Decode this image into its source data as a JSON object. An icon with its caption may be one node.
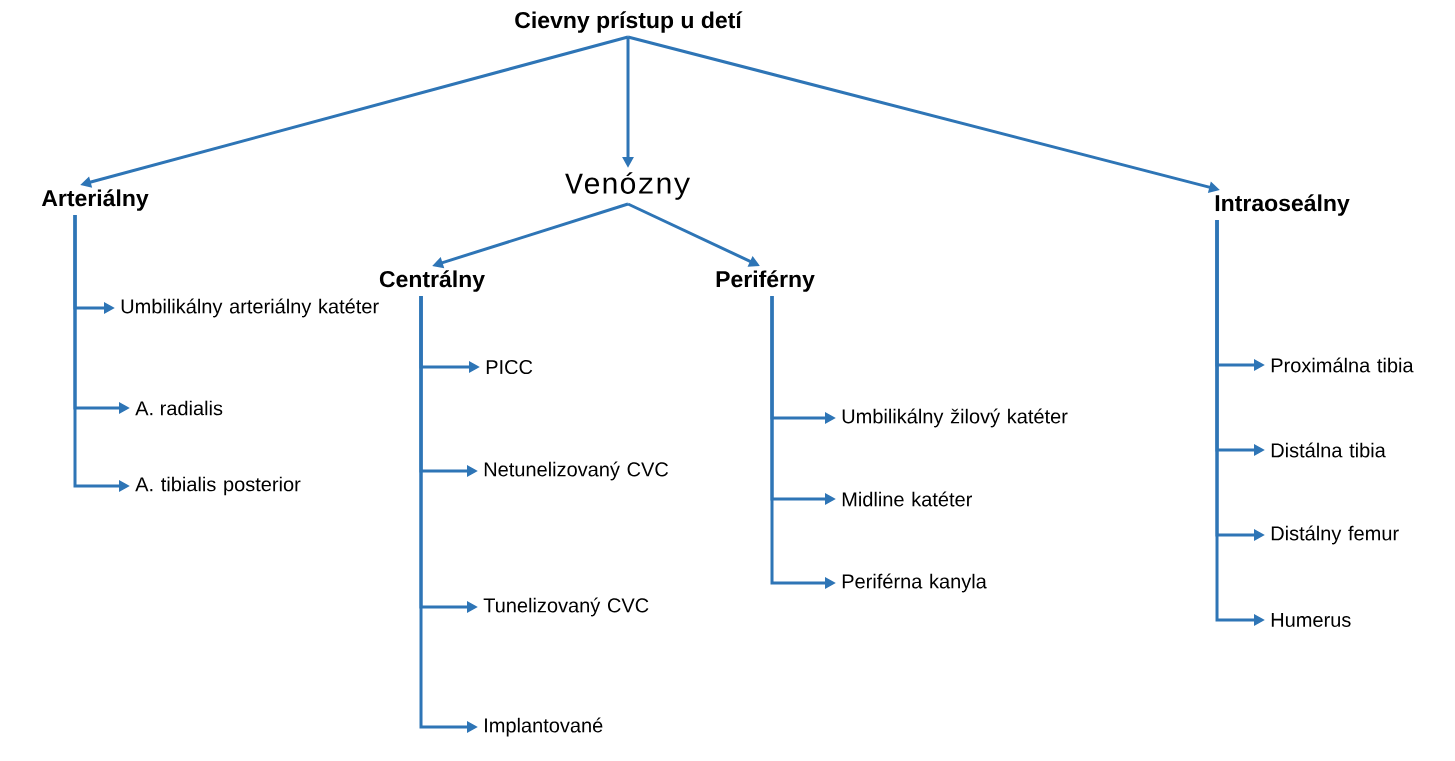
{
  "diagram": {
    "nodes": [
      {
        "text": [
          "Cievny prístup u detí"
        ]
      },
      {
        "text": [
          "Arteriálny"
        ]
      },
      {
        "text": [
          "Venózny"
        ]
      },
      {
        "text": [
          "Intraoseálny"
        ]
      },
      {
        "text": [
          "Centrálny"
        ]
      },
      {
        "text": [
          "Periférny"
        ]
      },
      {
        "text": [
          "Umbilikálny arteriálny katéter"
        ]
      },
      {
        "text": [
          "A. radialis"
        ]
      },
      {
        "text": [
          "A. tibialis posterior"
        ]
      },
      {
        "text": [
          "PICC"
        ]
      },
      {
        "text": [
          "Netunelizovaný CVC"
        ]
      },
      {
        "text": [
          "Tunelizovaný CVC"
        ]
      },
      {
        "text": [
          "Implantované"
        ]
      },
      {
        "text": [
          "Umbilikálny žilový katéter"
        ]
      },
      {
        "text": [
          "Midline katéter"
        ]
      },
      {
        "text": [
          "Periférna kanyla"
        ]
      },
      {
        "text": [
          "Proximálna tibia"
        ]
      },
      {
        "text": [
          "Distálna tibia"
        ]
      },
      {
        "text": [
          "Distálny femur"
        ]
      },
      {
        "text": [
          "Humerus"
        ]
      }
    ],
    "edges": [
      {
        "from": 0,
        "to": 1,
        "arrow": "to"
      },
      {
        "from": 0,
        "to": 2,
        "arrow": "to"
      },
      {
        "from": 0,
        "to": 3,
        "arrow": "to"
      },
      {
        "from": 2,
        "to": 4,
        "arrow": "to"
      },
      {
        "from": 2,
        "to": 5,
        "arrow": "to"
      },
      {
        "from": 1,
        "to": 6,
        "arrow": "to"
      },
      {
        "from": 1,
        "to": 7,
        "arrow": "to"
      },
      {
        "from": 1,
        "to": 8,
        "arrow": "to"
      },
      {
        "from": 4,
        "to": 9,
        "arrow": "to"
      },
      {
        "from": 4,
        "to": 10,
        "arrow": "to"
      },
      {
        "from": 4,
        "to": 11,
        "arrow": "to"
      },
      {
        "from": 4,
        "to": 12,
        "arrow": "to"
      },
      {
        "from": 5,
        "to": 13,
        "arrow": "to"
      },
      {
        "from": 5,
        "to": 14,
        "arrow": "to"
      },
      {
        "from": 5,
        "to": 15,
        "arrow": "to"
      },
      {
        "from": 3,
        "to": 16,
        "arrow": "to"
      },
      {
        "from": 3,
        "to": 17,
        "arrow": "to"
      },
      {
        "from": 3,
        "to": 18,
        "arrow": "to"
      },
      {
        "from": 3,
        "to": 19,
        "arrow": "to"
      }
    ]
  }
}
